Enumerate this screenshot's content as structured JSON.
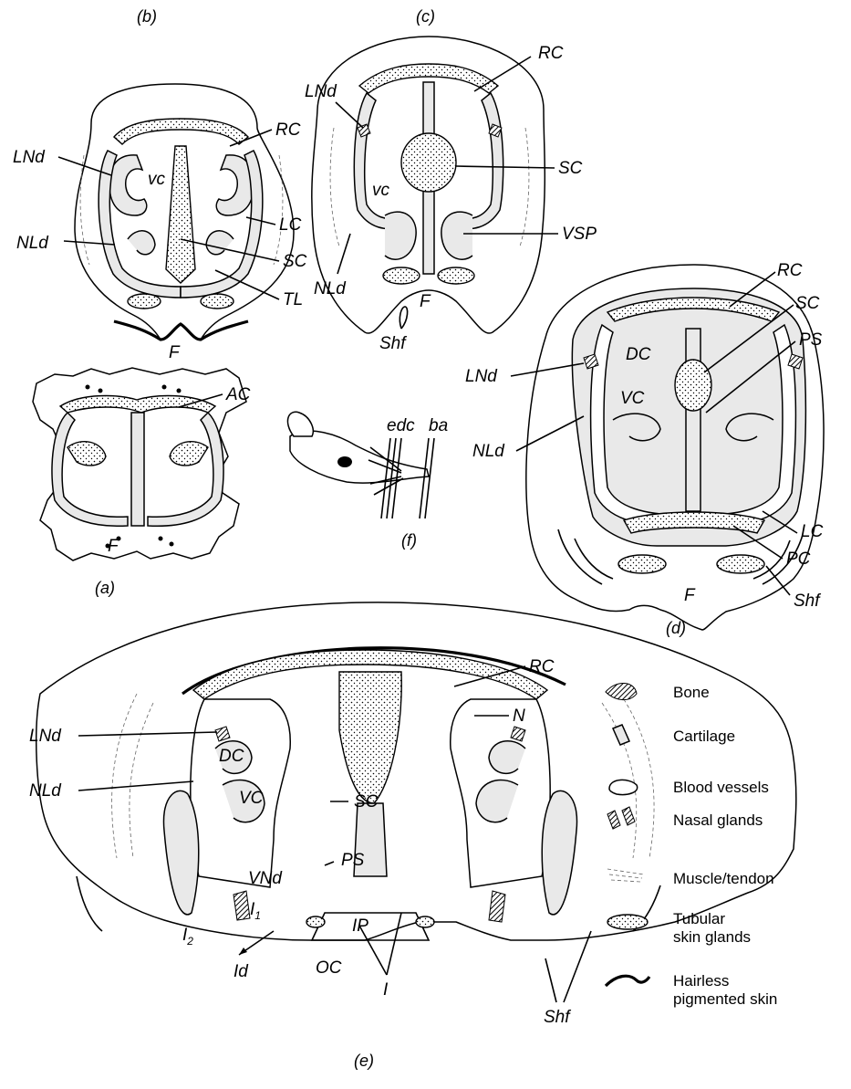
{
  "panels": {
    "a": "(a)",
    "b": "(b)",
    "c": "(c)",
    "d": "(d)",
    "e": "(e)",
    "f": "(f)"
  },
  "labels": {
    "b": {
      "LNd": "LNd",
      "RC": "RC",
      "vc": "vc",
      "LC": "LC",
      "NLd": "NLd",
      "SC": "SC",
      "TL": "TL",
      "F": "F"
    },
    "a": {
      "AC": "AC",
      "F": "F"
    },
    "c": {
      "LNd": "LNd",
      "RC": "RC",
      "SC": "SC",
      "vc": "vc",
      "VSP": "VSP",
      "NLd": "NLd",
      "F": "F",
      "Shf": "Shf"
    },
    "f": {
      "edc": "edc",
      "ba": "ba"
    },
    "d": {
      "RC": "RC",
      "SC": "SC",
      "PS": "PS",
      "DC": "DC",
      "LNd": "LNd",
      "VC": "VC",
      "NLd": "NLd",
      "LC": "LC",
      "PC": "PC",
      "F": "F",
      "Shf": "Shf"
    },
    "e": {
      "RC": "RC",
      "LNd": "LNd",
      "DC": "DC",
      "N": "N",
      "NLd": "NLd",
      "VC": "VC",
      "SC": "SC",
      "PS": "PS",
      "VNd": "VNd",
      "I1": "I",
      "I1_sub": "1",
      "I2": "I",
      "I2_sub": "2",
      "IP": "IP",
      "Id": "Id",
      "OC": "OC",
      "I": "I",
      "Shf": "Shf"
    }
  },
  "legend": [
    {
      "icon": "bone-swatch-icon",
      "label": "Bone"
    },
    {
      "icon": "cartilage-swatch-icon",
      "label": "Cartilage"
    },
    {
      "icon": "blood-vessel-swatch-icon",
      "label": "Blood vessels"
    },
    {
      "icon": "nasal-gland-swatch-icon",
      "label": "Nasal glands"
    },
    {
      "icon": "muscle-tendon-swatch-icon",
      "label": "Muscle/tendon"
    },
    {
      "icon": "tubular-skin-gland-swatch-icon",
      "label": "Tubular",
      "label2": "skin glands"
    },
    {
      "icon": "hairless-skin-swatch-icon",
      "label": "Hairless",
      "label2": "pigmented skin"
    }
  ]
}
